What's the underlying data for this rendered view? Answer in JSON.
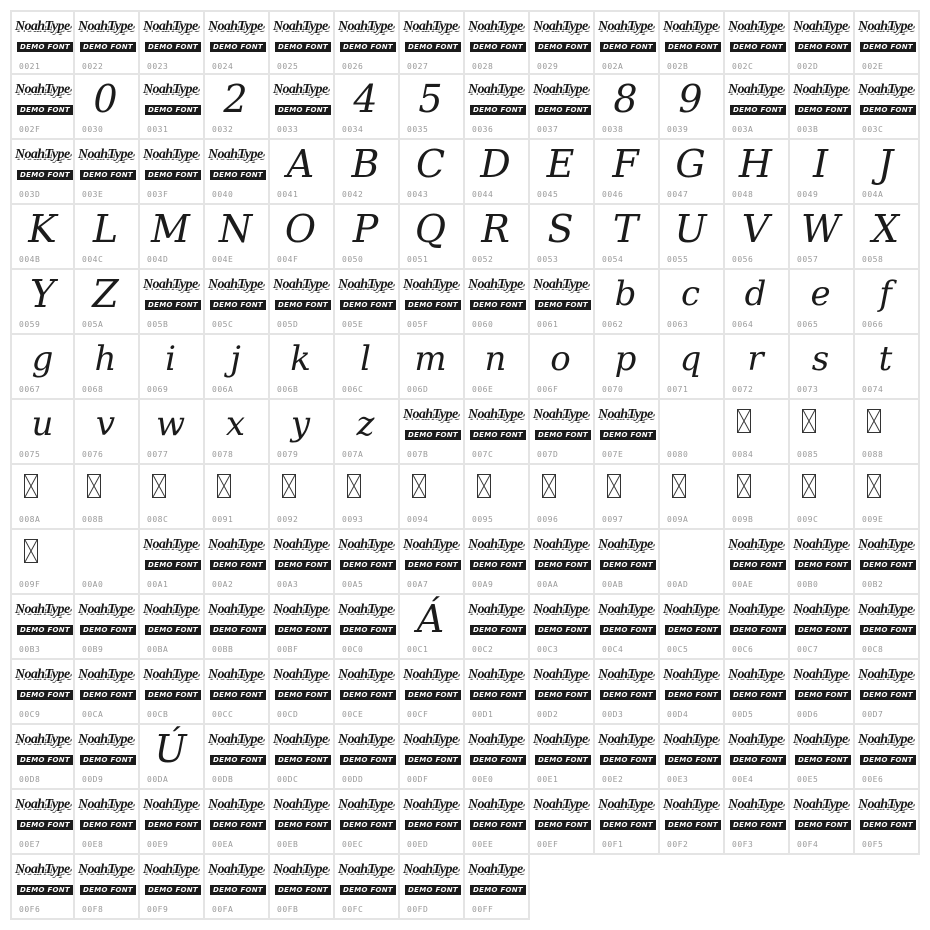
{
  "logo": {
    "word": "NoahType",
    "badge": "DEMO FONT"
  },
  "rows": [
    [
      [
        "0021",
        "logo"
      ],
      [
        "0022",
        "logo"
      ],
      [
        "0023",
        "logo"
      ],
      [
        "0024",
        "logo"
      ],
      [
        "0025",
        "logo"
      ],
      [
        "0026",
        "logo"
      ],
      [
        "0027",
        "logo"
      ],
      [
        "0028",
        "logo"
      ],
      [
        "0029",
        "logo"
      ],
      [
        "002A",
        "logo"
      ],
      [
        "002B",
        "logo"
      ],
      [
        "002C",
        "logo"
      ],
      [
        "002D",
        "logo"
      ],
      [
        "002E",
        "logo"
      ]
    ],
    [
      [
        "002F",
        "logo"
      ],
      [
        "0030",
        "0"
      ],
      [
        "0031",
        "logo"
      ],
      [
        "0032",
        "2"
      ],
      [
        "0033",
        "logo"
      ],
      [
        "0034",
        "4"
      ],
      [
        "0035",
        "5"
      ],
      [
        "0036",
        "logo"
      ],
      [
        "0037",
        "logo"
      ],
      [
        "0038",
        "8"
      ],
      [
        "0039",
        "9"
      ],
      [
        "003A",
        "logo"
      ],
      [
        "003B",
        "logo"
      ],
      [
        "003C",
        "logo"
      ]
    ],
    [
      [
        "003D",
        "logo"
      ],
      [
        "003E",
        "logo"
      ],
      [
        "003F",
        "logo"
      ],
      [
        "0040",
        "logo"
      ],
      [
        "0041",
        "A"
      ],
      [
        "0042",
        "B"
      ],
      [
        "0043",
        "C"
      ],
      [
        "0044",
        "D"
      ],
      [
        "0045",
        "E"
      ],
      [
        "0046",
        "F"
      ],
      [
        "0047",
        "G"
      ],
      [
        "0048",
        "H"
      ],
      [
        "0049",
        "I"
      ],
      [
        "004A",
        "J"
      ]
    ],
    [
      [
        "004B",
        "K"
      ],
      [
        "004C",
        "L"
      ],
      [
        "004D",
        "M"
      ],
      [
        "004E",
        "N"
      ],
      [
        "004F",
        "O"
      ],
      [
        "0050",
        "P"
      ],
      [
        "0051",
        "Q"
      ],
      [
        "0052",
        "R"
      ],
      [
        "0053",
        "S"
      ],
      [
        "0054",
        "T"
      ],
      [
        "0055",
        "U"
      ],
      [
        "0056",
        "V"
      ],
      [
        "0057",
        "W"
      ],
      [
        "0058",
        "X"
      ]
    ],
    [
      [
        "0059",
        "Y"
      ],
      [
        "005A",
        "Z"
      ],
      [
        "005B",
        "logo"
      ],
      [
        "005C",
        "logo"
      ],
      [
        "005D",
        "logo"
      ],
      [
        "005E",
        "logo"
      ],
      [
        "005F",
        "logo"
      ],
      [
        "0060",
        "logo"
      ],
      [
        "0061",
        "logo"
      ],
      [
        "0062",
        "b"
      ],
      [
        "0063",
        "c"
      ],
      [
        "0064",
        "d"
      ],
      [
        "0065",
        "e"
      ],
      [
        "0066",
        "f"
      ]
    ],
    [
      [
        "0067",
        "g"
      ],
      [
        "0068",
        "h"
      ],
      [
        "0069",
        "i"
      ],
      [
        "006A",
        "j"
      ],
      [
        "006B",
        "k"
      ],
      [
        "006C",
        "l"
      ],
      [
        "006D",
        "m"
      ],
      [
        "006E",
        "n"
      ],
      [
        "006F",
        "o"
      ],
      [
        "0070",
        "p"
      ],
      [
        "0071",
        "q"
      ],
      [
        "0072",
        "r"
      ],
      [
        "0073",
        "s"
      ],
      [
        "0074",
        "t"
      ]
    ],
    [
      [
        "0075",
        "u"
      ],
      [
        "0076",
        "v"
      ],
      [
        "0077",
        "w"
      ],
      [
        "0078",
        "x"
      ],
      [
        "0079",
        "y"
      ],
      [
        "007A",
        "z"
      ],
      [
        "007B",
        "logo"
      ],
      [
        "007C",
        "logo"
      ],
      [
        "007D",
        "logo"
      ],
      [
        "007E",
        "logo"
      ],
      [
        "0080",
        "empty"
      ],
      [
        "0084",
        "missing"
      ],
      [
        "0085",
        "missing"
      ],
      [
        "0088",
        "missing"
      ]
    ],
    [
      [
        "008A",
        "missing"
      ],
      [
        "008B",
        "missing"
      ],
      [
        "008C",
        "missing"
      ],
      [
        "0091",
        "missing"
      ],
      [
        "0092",
        "missing"
      ],
      [
        "0093",
        "missing"
      ],
      [
        "0094",
        "missing"
      ],
      [
        "0095",
        "missing"
      ],
      [
        "0096",
        "missing"
      ],
      [
        "0097",
        "missing"
      ],
      [
        "009A",
        "missing"
      ],
      [
        "009B",
        "missing"
      ],
      [
        "009C",
        "missing"
      ],
      [
        "009E",
        "missing"
      ]
    ],
    [
      [
        "009F",
        "missing"
      ],
      [
        "00A0",
        "empty"
      ],
      [
        "00A1",
        "logo"
      ],
      [
        "00A2",
        "logo"
      ],
      [
        "00A3",
        "logo"
      ],
      [
        "00A5",
        "logo"
      ],
      [
        "00A7",
        "logo"
      ],
      [
        "00A9",
        "logo"
      ],
      [
        "00AA",
        "logo"
      ],
      [
        "00AB",
        "logo"
      ],
      [
        "00AD",
        "empty"
      ],
      [
        "00AE",
        "logo"
      ],
      [
        "00B0",
        "logo"
      ],
      [
        "00B2",
        "logo"
      ]
    ],
    [
      [
        "00B3",
        "logo"
      ],
      [
        "00B9",
        "logo"
      ],
      [
        "00BA",
        "logo"
      ],
      [
        "00BB",
        "logo"
      ],
      [
        "00BF",
        "logo"
      ],
      [
        "00C0",
        "logo"
      ],
      [
        "00C1",
        "Á"
      ],
      [
        "00C2",
        "logo"
      ],
      [
        "00C3",
        "logo"
      ],
      [
        "00C4",
        "logo"
      ],
      [
        "00C5",
        "logo"
      ],
      [
        "00C6",
        "logo"
      ],
      [
        "00C7",
        "logo"
      ],
      [
        "00C8",
        "logo"
      ]
    ],
    [
      [
        "00C9",
        "logo"
      ],
      [
        "00CA",
        "logo"
      ],
      [
        "00CB",
        "logo"
      ],
      [
        "00CC",
        "logo"
      ],
      [
        "00CD",
        "logo"
      ],
      [
        "00CE",
        "logo"
      ],
      [
        "00CF",
        "logo"
      ],
      [
        "00D1",
        "logo"
      ],
      [
        "00D2",
        "logo"
      ],
      [
        "00D3",
        "logo"
      ],
      [
        "00D4",
        "logo"
      ],
      [
        "00D5",
        "logo"
      ],
      [
        "00D6",
        "logo"
      ],
      [
        "00D7",
        "logo"
      ]
    ],
    [
      [
        "00D8",
        "logo"
      ],
      [
        "00D9",
        "logo"
      ],
      [
        "00DA",
        "Ú"
      ],
      [
        "00DB",
        "logo"
      ],
      [
        "00DC",
        "logo"
      ],
      [
        "00DD",
        "logo"
      ],
      [
        "00DF",
        "logo"
      ],
      [
        "00E0",
        "logo"
      ],
      [
        "00E1",
        "logo"
      ],
      [
        "00E2",
        "logo"
      ],
      [
        "00E3",
        "logo"
      ],
      [
        "00E4",
        "logo"
      ],
      [
        "00E5",
        "logo"
      ],
      [
        "00E6",
        "logo"
      ]
    ],
    [
      [
        "00E7",
        "logo"
      ],
      [
        "00E8",
        "logo"
      ],
      [
        "00E9",
        "logo"
      ],
      [
        "00EA",
        "logo"
      ],
      [
        "00EB",
        "logo"
      ],
      [
        "00EC",
        "logo"
      ],
      [
        "00ED",
        "logo"
      ],
      [
        "00EE",
        "logo"
      ],
      [
        "00EF",
        "logo"
      ],
      [
        "00F1",
        "logo"
      ],
      [
        "00F2",
        "logo"
      ],
      [
        "00F3",
        "logo"
      ],
      [
        "00F4",
        "logo"
      ],
      [
        "00F5",
        "logo"
      ]
    ],
    [
      [
        "00F6",
        "logo"
      ],
      [
        "00F8",
        "logo"
      ],
      [
        "00F9",
        "logo"
      ],
      [
        "00FA",
        "logo"
      ],
      [
        "00FB",
        "logo"
      ],
      [
        "00FC",
        "logo"
      ],
      [
        "00FD",
        "logo"
      ],
      [
        "00FF",
        "logo"
      ]
    ]
  ],
  "colors": {
    "grid_line": "#e4e4e4",
    "glyph": "#1b1b1b",
    "code_label": "#9a9a9a",
    "badge_bg": "#1b1b1b"
  }
}
